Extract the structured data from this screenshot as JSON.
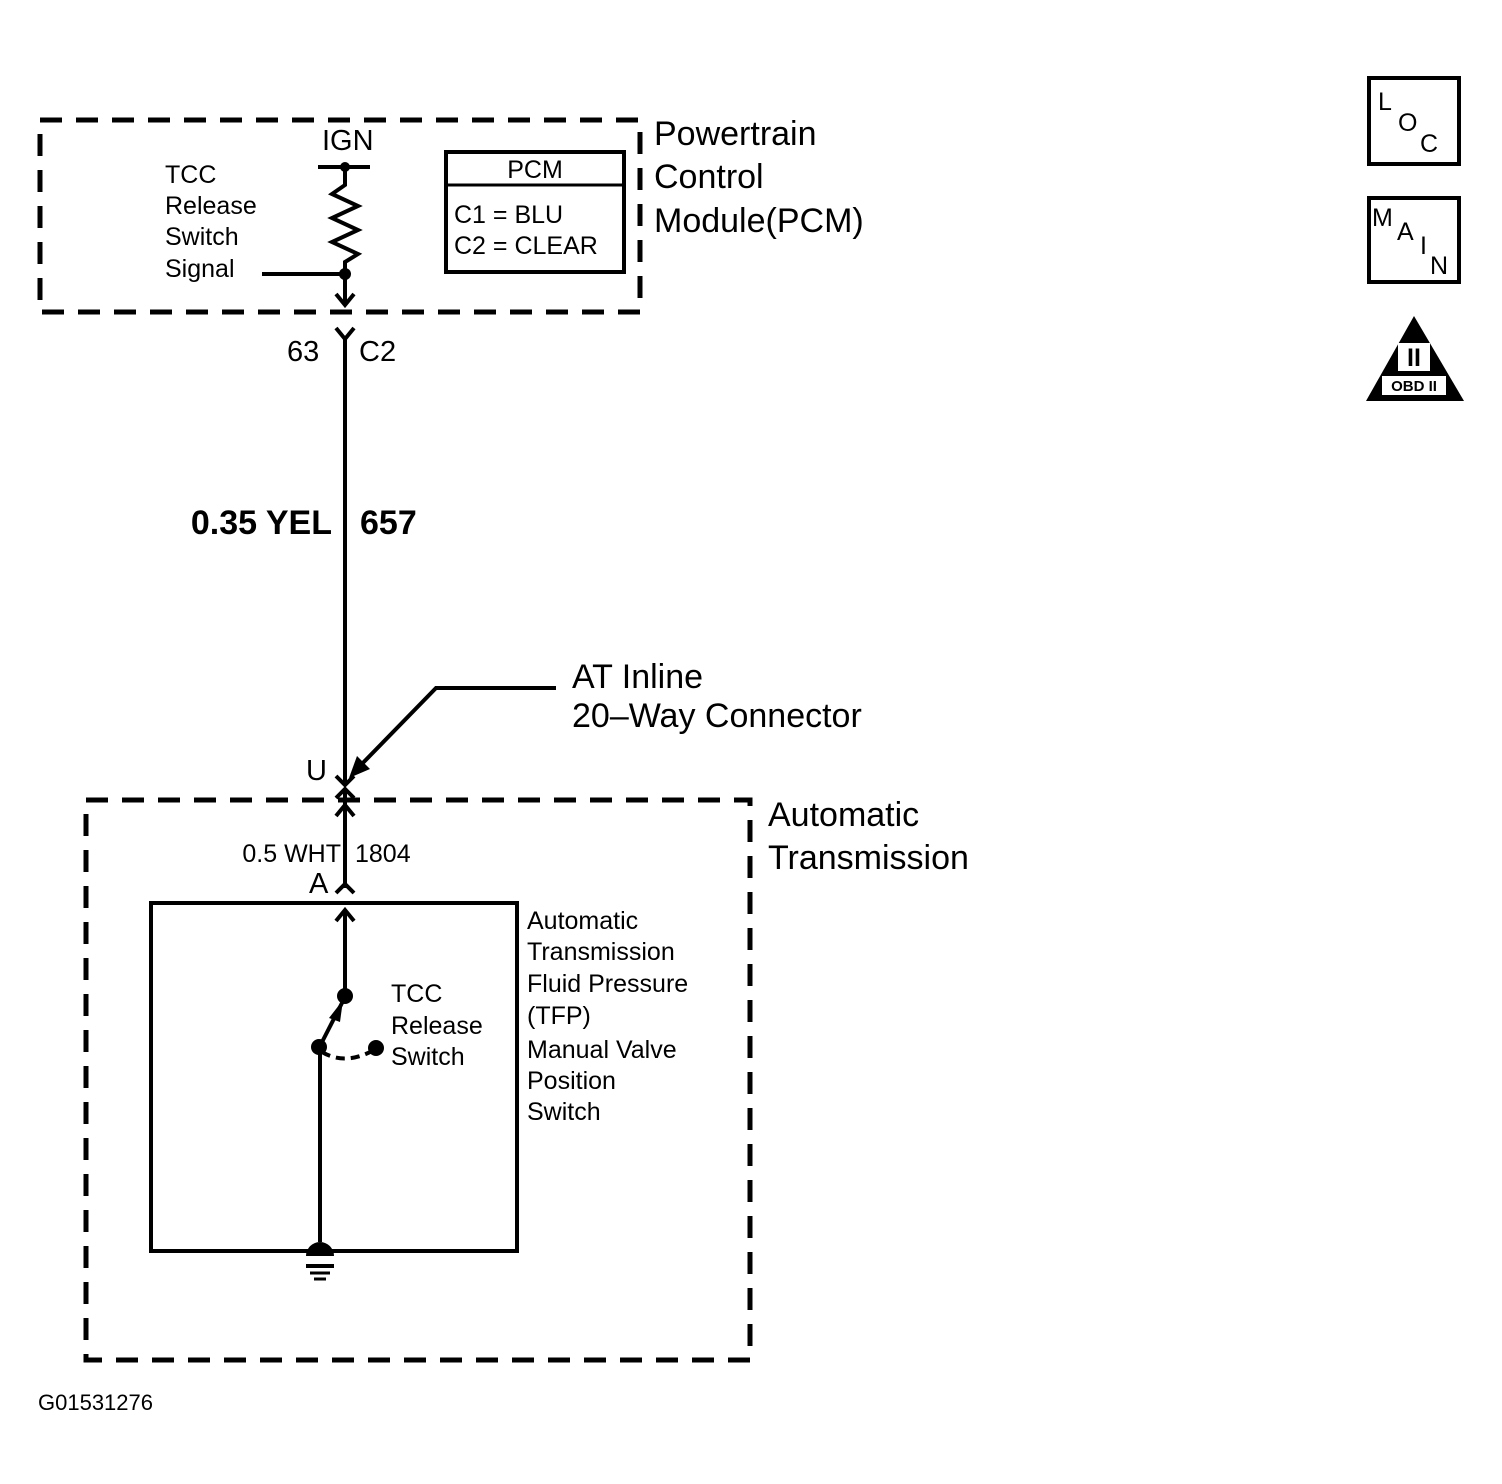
{
  "pcm_module": {
    "title_lines": [
      "Powertrain",
      "Control",
      "Module(PCM)"
    ],
    "ign_label": "IGN",
    "signal_lines": [
      "TCC",
      "Release",
      "Switch",
      "Signal"
    ],
    "connector_table": {
      "header": "PCM",
      "rows": [
        "C1 = BLU",
        "C2 = CLEAR"
      ]
    }
  },
  "pcm_connector": {
    "pin": "63",
    "connector": "C2"
  },
  "wire_upper": {
    "gauge_color": "0.35 YEL",
    "circuit": "657"
  },
  "inline_connector": {
    "label_lines": [
      "AT Inline",
      "20–Way Connector"
    ],
    "pin": "U"
  },
  "transmission": {
    "title_lines": [
      "Automatic",
      "Transmission"
    ],
    "wire": {
      "gauge_color": "0.5 WHT",
      "circuit": "1804"
    },
    "switch_pin": "A",
    "tfp_label_lines": [
      "Automatic",
      "Transmission",
      "Fluid Pressure",
      "(TFP)",
      "Manual Valve",
      "Position",
      "Switch"
    ],
    "tcc_switch_lines": [
      "TCC",
      "Release",
      "Switch"
    ]
  },
  "legend": {
    "loc_icon": [
      "L",
      "O",
      "C"
    ],
    "main_icon": [
      "M",
      "A",
      "I",
      "N"
    ],
    "obd_icon": {
      "numeral": "II",
      "text": "OBD II"
    }
  },
  "figure_id": "G01531276"
}
